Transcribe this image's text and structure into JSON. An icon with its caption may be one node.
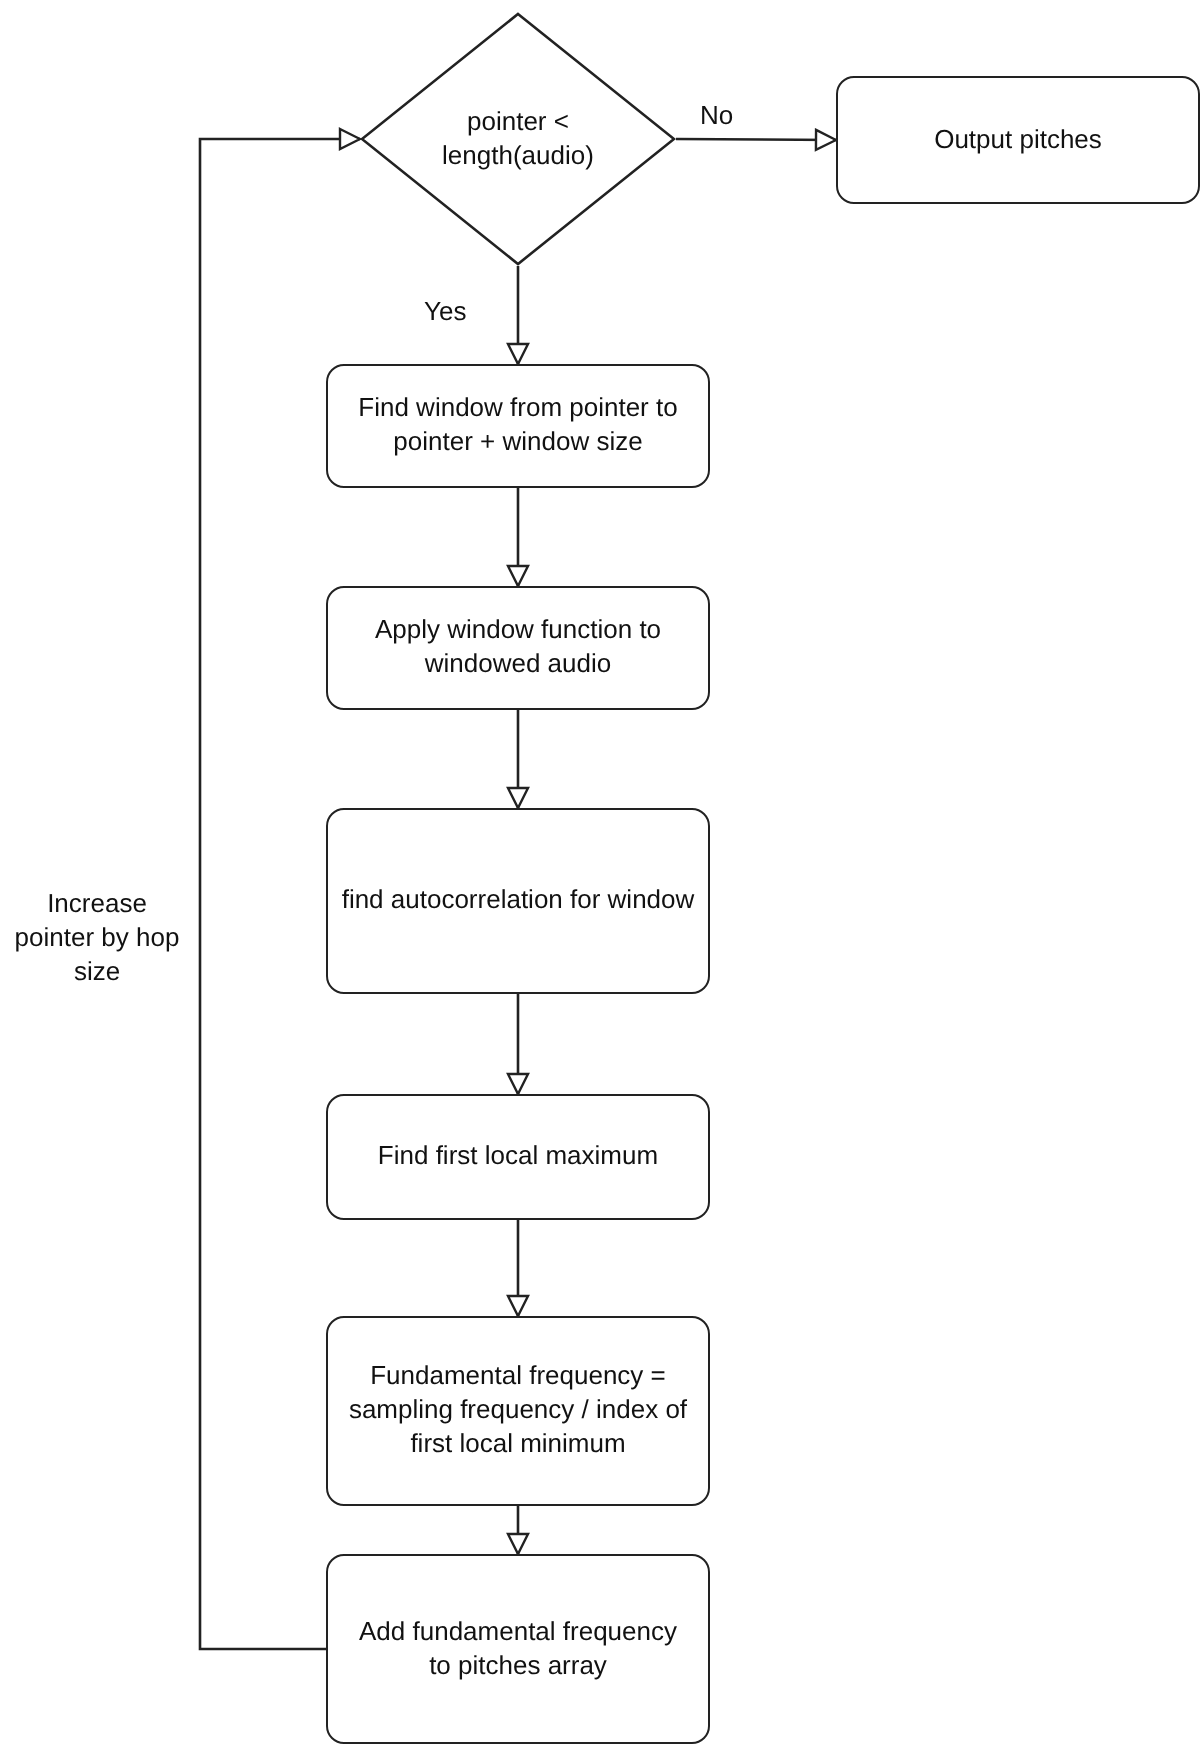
{
  "diagram": {
    "nodes": [
      {
        "text": [
          "pointer < length(audio)"
        ]
      },
      {
        "text": [
          "Output pitches"
        ]
      },
      {
        "text": [
          "Find window from pointer to pointer + window size"
        ]
      },
      {
        "text": [
          "Apply window function to windowed audio"
        ]
      },
      {
        "text": [
          "find autocorrelation for window"
        ]
      },
      {
        "text": [
          "Find first local maximum"
        ]
      },
      {
        "text": [
          "Fundamental frequency = sampling frequency / index of first local minimum"
        ]
      },
      {
        "text": [
          "Add fundamental frequency to pitches array"
        ]
      }
    ],
    "edges": [
      {
        "from": 0,
        "to": 1,
        "arrow": "to",
        "label": "No"
      },
      {
        "from": 0,
        "to": 2,
        "arrow": "to",
        "label": "Yes"
      },
      {
        "from": 2,
        "to": 3,
        "arrow": "to"
      },
      {
        "from": 3,
        "to": 4,
        "arrow": "to"
      },
      {
        "from": 4,
        "to": 5,
        "arrow": "to"
      },
      {
        "from": 5,
        "to": 6,
        "arrow": "to"
      },
      {
        "from": 6,
        "to": 7,
        "arrow": "to"
      },
      {
        "from": 7,
        "to": 0,
        "arrow": "to",
        "label": "Increase pointer by hop size"
      }
    ]
  }
}
